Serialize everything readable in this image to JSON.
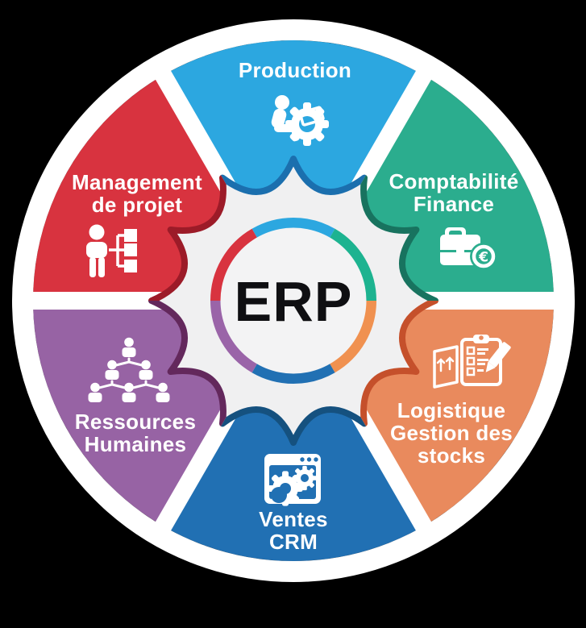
{
  "diagram": {
    "title": "ERP modules wheel",
    "background_color": "#000000",
    "rim_color": "#FFFFFF",
    "label_color": "#FFFFFF",
    "center": {
      "label": "ERP",
      "badge_fill": "#F0F0F1",
      "inner_fill": "#F3F3F4",
      "label_color": "#0F0F12"
    },
    "segments": [
      {
        "id": "production",
        "lines": [
          "Production"
        ],
        "color": "#2CA7E0",
        "border": "#1B6FAE",
        "ring": "#2CA7E0",
        "icon": "worker-laptop-gear-icon"
      },
      {
        "id": "comptabilite-finance",
        "lines": [
          "Comptabilité",
          "Finance"
        ],
        "color": "#2BAD8E",
        "border": "#18735F",
        "ring": "#1DB390",
        "icon": "briefcase-euro-icon",
        "currency_symbol": "€"
      },
      {
        "id": "logistique-stocks",
        "lines": [
          "Logistique",
          "Gestion des",
          "stocks"
        ],
        "color": "#E98A5D",
        "border": "#C5502B",
        "ring": "#F09150",
        "icon": "box-clipboard-pencil-icon"
      },
      {
        "id": "ventes-crm",
        "lines": [
          "Ventes",
          "CRM"
        ],
        "color": "#2170B3",
        "border": "#15517F",
        "ring": "#2170B3",
        "icon": "browser-gears-icon"
      },
      {
        "id": "ressources-humaines",
        "lines": [
          "Ressources",
          "Humaines"
        ],
        "color": "#9763A4",
        "border": "#63285C",
        "ring": "#9A64A8",
        "icon": "org-chart-people-icon"
      },
      {
        "id": "management-projet",
        "lines": [
          "Management",
          "de projet"
        ],
        "color": "#D8333F",
        "border": "#9C1B28",
        "ring": "#D8333F",
        "icon": "person-flowchart-icon"
      }
    ]
  }
}
